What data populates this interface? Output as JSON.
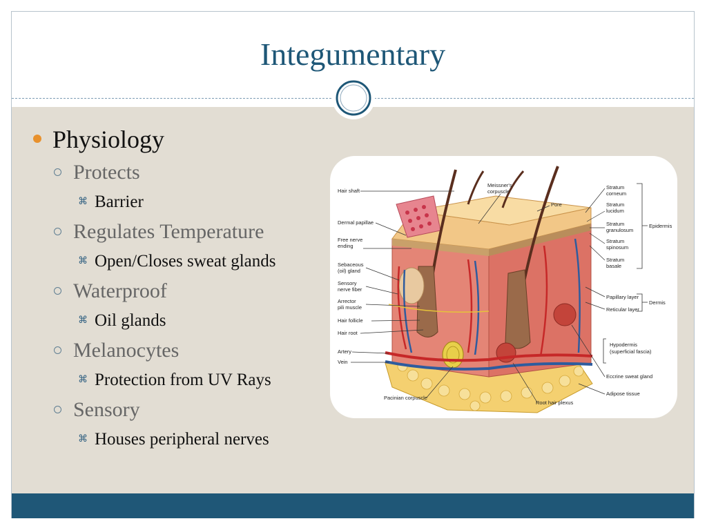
{
  "slide": {
    "title": "Integumentary"
  },
  "outline": {
    "level1": "Physiology",
    "items": [
      {
        "label": "Protects",
        "sub": "Barrier"
      },
      {
        "label": "Regulates Temperature",
        "sub": "Open/Closes sweat glands"
      },
      {
        "label": "Waterproof",
        "sub": "Oil glands"
      },
      {
        "label": "Melanocytes",
        "sub": "Protection from UV Rays"
      },
      {
        "label": "Sensory",
        "sub": "Houses peripheral nerves"
      }
    ]
  },
  "diagram": {
    "labels_left": [
      "Hair shaft",
      "Dermal papillae",
      "Free nerve",
      "ending",
      "Sebaceous",
      "(oil) gland",
      "Sensory",
      "nerve fiber",
      "Arrector",
      "pili muscle",
      "Hair follicle",
      "Hair root",
      "Artery",
      "Vein"
    ],
    "labels_top": [
      "Meissner's",
      "corpuscle",
      "Pore"
    ],
    "labels_right": [
      "Stratum",
      "corneum",
      "Stratum",
      "lucidum",
      "Stratum",
      "granulosum",
      "Stratum",
      "spinosum",
      "Stratum",
      "basale",
      "Papillary layer",
      "Reticular layer",
      "Hypodermis",
      "(superficial fascia)",
      "Eccrine sweat gland",
      "Adipose tissue"
    ],
    "labels_bracket": [
      "Epidermis",
      "Dermis"
    ],
    "labels_bottom": [
      "Pacinian corpuscle",
      "Root hair plexus"
    ]
  },
  "colors": {
    "title": "#1e5777",
    "accent_bullet": "#e8912d",
    "content_bg": "#e2ddd3",
    "footer": "#1f5777"
  }
}
